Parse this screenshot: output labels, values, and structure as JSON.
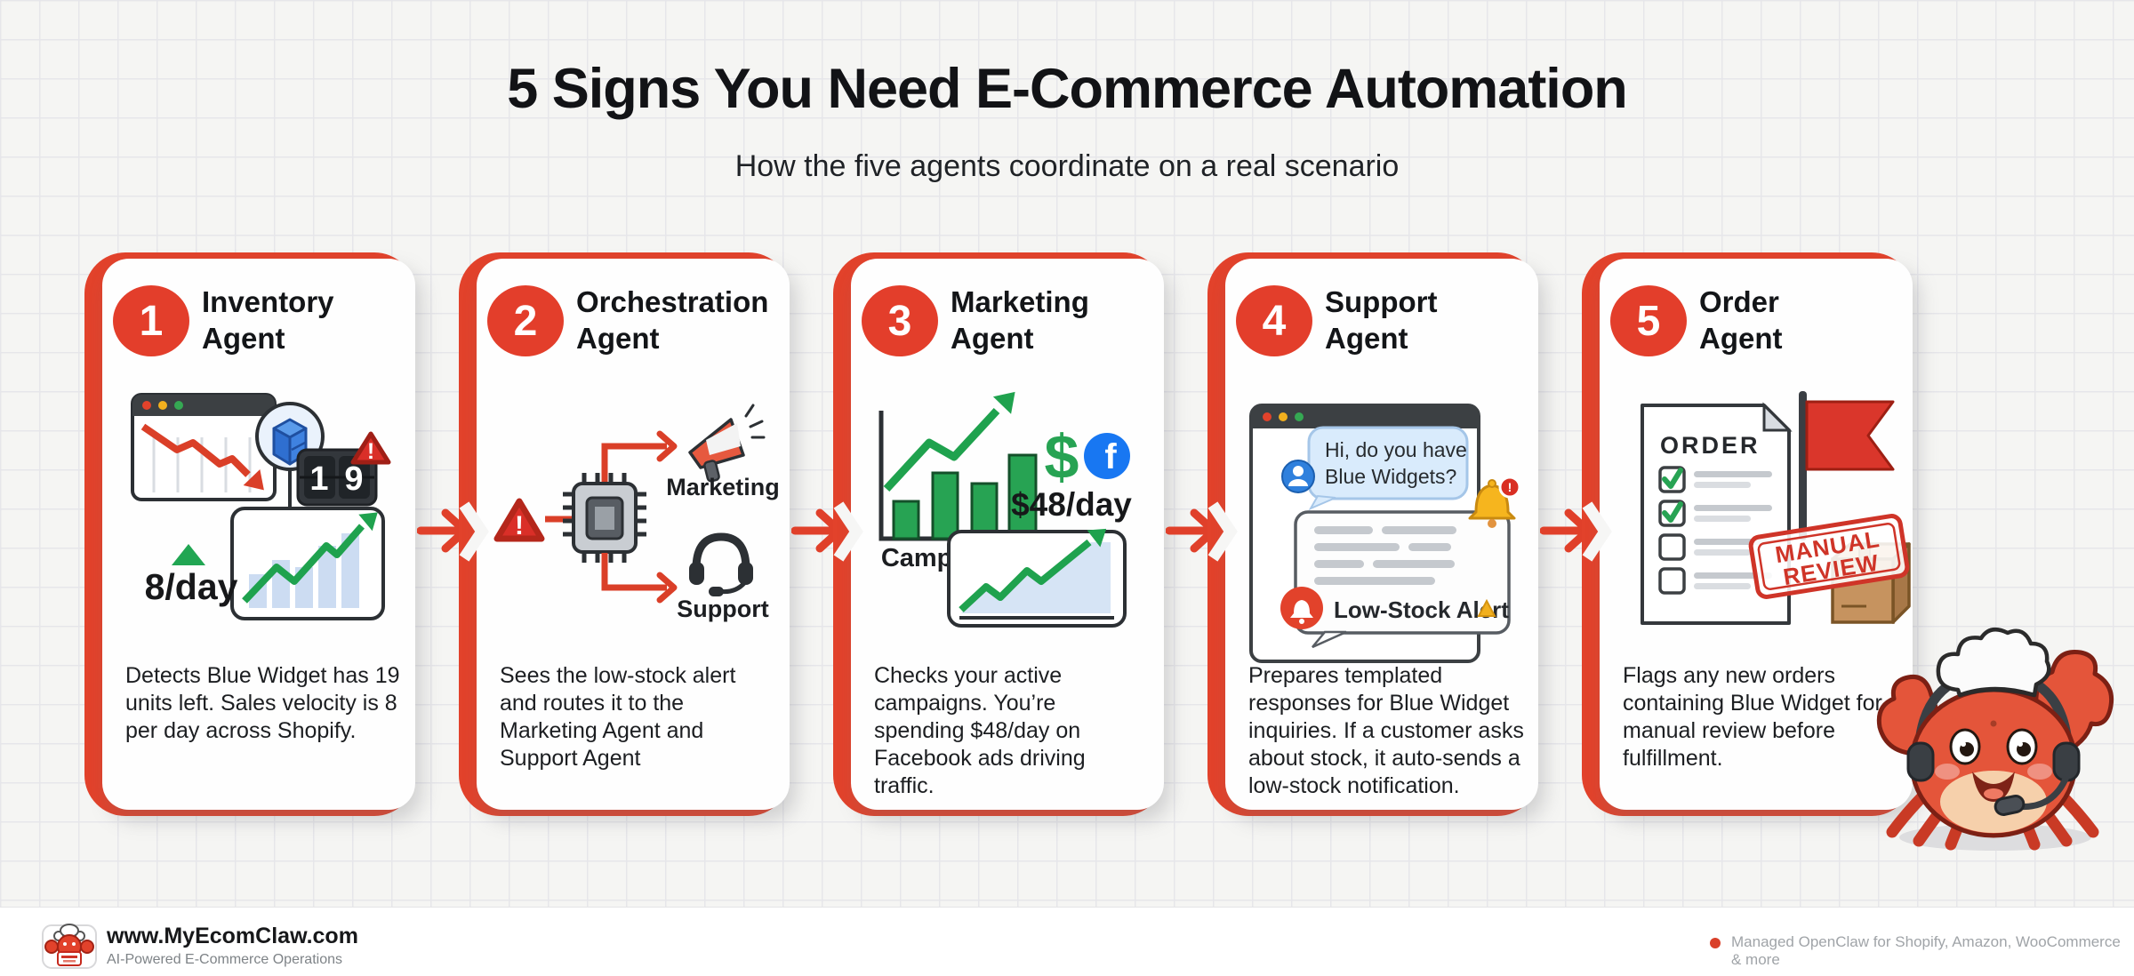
{
  "header": {
    "title": "5 Signs You Need E-Commerce Automation",
    "subtitle": "How the five agents coordinate on a real scenario"
  },
  "colors": {
    "accent_red": "#E2422B",
    "success_green": "#22A050",
    "facebook_blue": "#1877F2",
    "alert_yellow": "#F6B51E"
  },
  "cards": [
    {
      "number": "1",
      "title": "Inventory\nAgent",
      "description": "Detects Blue Widget has 19 units left. Sales velocity is 8 per day across Shopify.",
      "counter_digits": [
        "1",
        "9"
      ],
      "velocity_label": "8/day"
    },
    {
      "number": "2",
      "title": "Orchestration\nAgent",
      "description": "Sees the low-stock alert and routes it to the Marketing Agent and Support Agent",
      "branch1_label": "Marketing",
      "branch2_label": "Support"
    },
    {
      "number": "3",
      "title": "Marketing\nAgent",
      "description": "Checks your active campaigns. You’re spending $48/day on Facebook ads driving traffic.",
      "chart_label": "Campaigns",
      "dollar_sign": "$",
      "spend_label": "$48/day"
    },
    {
      "number": "4",
      "title": "Support\nAgent",
      "description": "Prepares templated responses for Blue Widget inquiries. If a customer asks about stock, it auto-sends a low-stock notification.",
      "chat_line1": "Hi, do you have",
      "chat_line2": "Blue Widgets?",
      "alert_label": "Low-Stock Alert"
    },
    {
      "number": "5",
      "title": "Order\nAgent",
      "description": "Flags any new orders containing Blue Widget for manual review before fulfillment.",
      "doc_title": "ORDER",
      "stamp_line1": "MANUAL",
      "stamp_line2": "REVIEW"
    }
  ],
  "icons": {
    "exclamation": "!",
    "facebook_letter": "f"
  },
  "footer": {
    "site": "www.MyEcomClaw.com",
    "tagline": "AI-Powered E-Commerce Operations",
    "note": "Managed OpenClaw for Shopify, Amazon, WooCommerce & more"
  }
}
